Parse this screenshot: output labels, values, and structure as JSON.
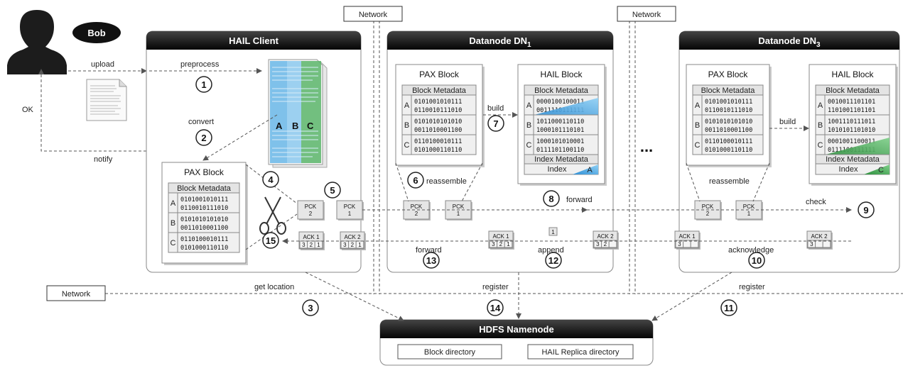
{
  "person": {
    "name": "Bob"
  },
  "labels": {
    "upload": "upload",
    "ok": "OK",
    "notify": "notify",
    "preprocess": "preprocess",
    "convert": "convert",
    "get_location": "get location",
    "register_dn1": "register",
    "register_dn3": "register",
    "build_dn1": "build",
    "build_dn3": "build",
    "reassemble_dn1": "reassemble",
    "reassemble_dn3": "reassemble",
    "forward_top": "forward",
    "forward_bottom": "forward",
    "append": "append",
    "acknowledge": "acknowledge",
    "check": "check",
    "ellipsis": "..."
  },
  "steps": [
    "1",
    "2",
    "3",
    "4",
    "5",
    "6",
    "7",
    "8",
    "9",
    "10",
    "11",
    "12",
    "13",
    "14",
    "15"
  ],
  "networks": {
    "top_left": "Network",
    "top_right": "Network",
    "bottom": "Network"
  },
  "client": {
    "title": "HAIL Client"
  },
  "dn1": {
    "title": "Datanode DN",
    "sub": "1"
  },
  "dn3": {
    "title": "Datanode DN",
    "sub": "3"
  },
  "namenode": {
    "title": "HDFS Namenode",
    "block_dir": "Block directory",
    "replica_dir": "HAIL Replica directory"
  },
  "document": {
    "columns": [
      "A",
      "B",
      "C"
    ]
  },
  "pax_block": {
    "title": "PAX Block",
    "metadata": "Block Metadata",
    "rows": [
      {
        "key": "A",
        "l1": "0101001010111",
        "l2": "0110010111010"
      },
      {
        "key": "B",
        "l1": "0101010101010",
        "l2": "0011010001100"
      },
      {
        "key": "C",
        "l1": "0110100010111",
        "l2": "0101000110110"
      }
    ]
  },
  "hail_block_dn1": {
    "title": "HAIL Block",
    "metadata": "Block Metadata",
    "rows": [
      {
        "key": "A",
        "l1": "0000100100011",
        "l2": "0011110111111"
      },
      {
        "key": "B",
        "l1": "1011000110110",
        "l2": "1000101110101"
      },
      {
        "key": "C",
        "l1": "1000101010001",
        "l2": "0111101100110"
      }
    ],
    "index_metadata": "Index Metadata",
    "index": "Index",
    "index_key": "A"
  },
  "hail_block_dn3": {
    "title": "HAIL Block",
    "metadata": "Block Metadata",
    "rows": [
      {
        "key": "A",
        "l1": "0010011101101",
        "l2": "1101001101101"
      },
      {
        "key": "B",
        "l1": "1001110111011",
        "l2": "1010101101010"
      },
      {
        "key": "C",
        "l1": "0001001100011",
        "l2": "0111100111111"
      }
    ],
    "index_metadata": "Index Metadata",
    "index": "Index",
    "index_key": "C"
  },
  "packets": {
    "pck1": "PCK",
    "pck2": "PCK",
    "n1": "1",
    "n2": "2"
  },
  "acks": {
    "ack1": "ACK 1",
    "ack2": "ACK 2",
    "ack_full": [
      "3",
      "2",
      "1"
    ],
    "ack_two": [
      "3",
      "2"
    ],
    "ack_one": [
      "3"
    ],
    "single": "1"
  },
  "colors": {
    "blue": "#4aa3df",
    "green": "#3aa14c",
    "header": "#111111"
  }
}
